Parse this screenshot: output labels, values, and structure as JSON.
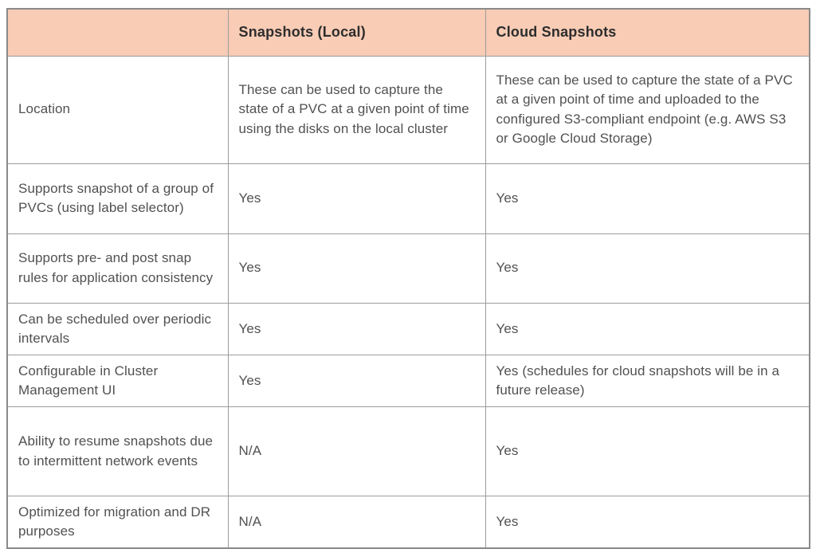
{
  "table": {
    "columns": [
      {
        "label": ""
      },
      {
        "label": "Snapshots (Local)"
      },
      {
        "label": "Cloud Snapshots"
      }
    ],
    "rows": [
      {
        "label": "Location",
        "local": "These can be used to capture the state of a PVC at a given point of time using the disks on the local cluster",
        "cloud": "These can be used to capture the state of a PVC at a given point of time and uploaded to the configured S3-compliant endpoint (e.g. AWS S3 or Google Cloud Storage)"
      },
      {
        "label": "Supports snapshot of a group of PVCs (using label selector)",
        "local": "Yes",
        "cloud": "Yes"
      },
      {
        "label": "Supports pre- and post snap rules for application consistency",
        "local": "Yes",
        "cloud": "Yes"
      },
      {
        "label": "Can be scheduled over periodic intervals",
        "local": "Yes",
        "cloud": "Yes"
      },
      {
        "label": "Configurable in Cluster Management UI",
        "local": "Yes",
        "cloud": "Yes (schedules for cloud snapshots will be in a future release)"
      },
      {
        "label": "Ability to resume snapshots due to intermittent network events",
        "local": "N/A",
        "cloud": "Yes"
      },
      {
        "label": "Optimized for migration and DR purposes",
        "local": "N/A",
        "cloud": "Yes"
      }
    ],
    "colors": {
      "header_bg": "#f8ccb5",
      "header_text": "#2d2d2d",
      "body_text": "#515151",
      "inner_border": "#9c9c9c",
      "outer_border": "#8a8a8a",
      "page_bg": "#ffffff"
    }
  }
}
